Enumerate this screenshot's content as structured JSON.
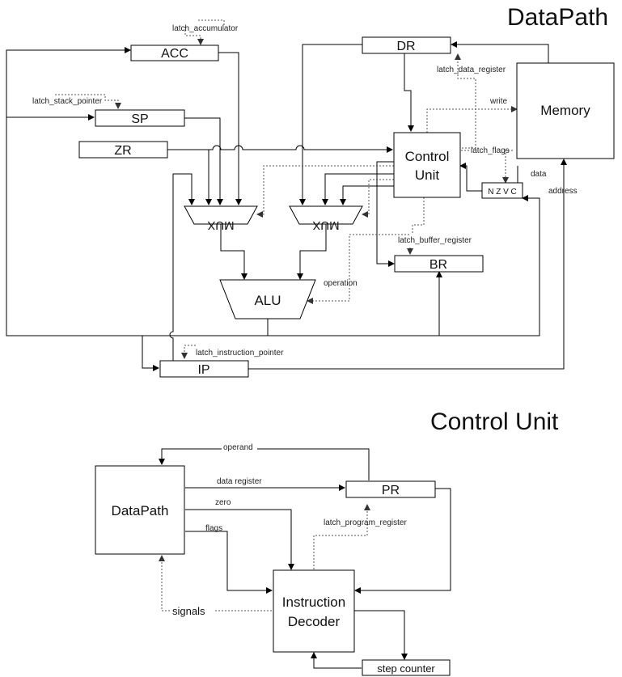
{
  "titles": {
    "datapath": "DataPath",
    "control_unit": "Control Unit"
  },
  "blocks": {
    "acc": "ACC",
    "dr": "DR",
    "sp": "SP",
    "zr": "ZR",
    "memory": "Memory",
    "control_unit_line1": "Control",
    "control_unit_line2": "Unit",
    "flags": "N Z V C",
    "mux_left": "MUX",
    "mux_right": "MUX",
    "alu": "ALU",
    "br": "BR",
    "ip": "IP",
    "cu_datapath": "DataPath",
    "pr": "PR",
    "decoder_line1": "Instruction",
    "decoder_line2": "Decoder",
    "step_counter": "step counter"
  },
  "labels": {
    "latch_accumulator": "latch_accumulator",
    "latch_stack_pointer": "latch_stack_pointer",
    "latch_data_register": "latch_data_register",
    "write": "write",
    "latch_flags": "latch_flags",
    "data": "data",
    "address": "address",
    "latch_buffer_register": "latch_buffer_register",
    "operation": "operation",
    "latch_instruction_pointer": "latch_instruction_pointer",
    "operand": "operand",
    "data_register": "data register",
    "zero": "zero",
    "flags": "flags",
    "latch_program_register": "latch_program_register",
    "signals": "signals"
  }
}
